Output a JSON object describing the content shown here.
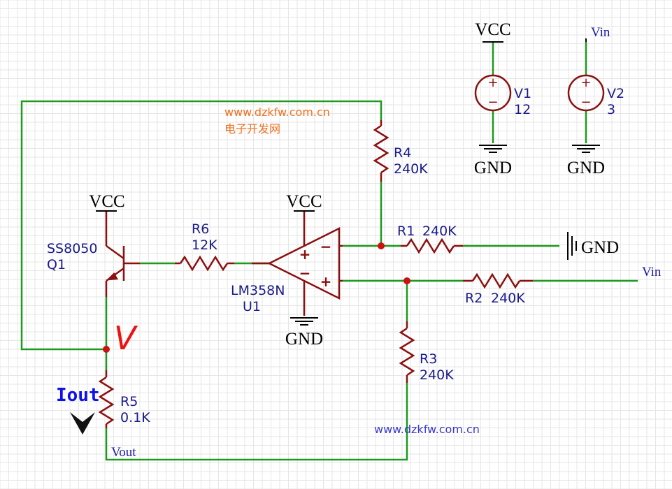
{
  "colors": {
    "grid": "#e6e6e6",
    "wire": "#1e9a1e",
    "component": "#8b1010",
    "junction": "#cc1111",
    "label": "#1a1a8c",
    "power_text": "#000000",
    "watermark_orange": "#f07020",
    "watermark_blue": "#3a3ad0",
    "annotation_red": "#ee1111",
    "annotation_blue": "#1010ee",
    "arrow": "#111111"
  },
  "sources": {
    "v1": {
      "supply": "VCC",
      "name": "V1",
      "value": "12",
      "ground": "GND",
      "plus": "+",
      "minus": "−"
    },
    "v2": {
      "supply": "Vin",
      "name": "V2",
      "value": "3",
      "ground": "GND",
      "plus": "+",
      "minus": "−"
    }
  },
  "transistor": {
    "part": "SS8050",
    "ref": "Q1",
    "supply": "VCC"
  },
  "opamp": {
    "part": "LM358N",
    "ref": "U1",
    "supply": "VCC",
    "ground": "GND",
    "plus": "+",
    "minus": "−"
  },
  "resistors": {
    "r1": {
      "ref": "R1",
      "value": "240K"
    },
    "r2": {
      "ref": "R2",
      "value": "240K"
    },
    "r3": {
      "ref": "R3",
      "value": "240K"
    },
    "r4": {
      "ref": "R4",
      "value": "240K"
    },
    "r5": {
      "ref": "R5",
      "value": "0.1K"
    },
    "r6": {
      "ref": "R6",
      "value": "12K"
    }
  },
  "nets": {
    "gnd_right": "GND",
    "vin_right": "Vin",
    "vout": "Vout"
  },
  "annotations": {
    "node_v": "V",
    "iout": "Iout"
  },
  "watermark": {
    "url_top": "www.dzkfw.com.cn",
    "cn_top": "电子开发网",
    "url_bottom": "www.dzkfw.com.cn"
  }
}
